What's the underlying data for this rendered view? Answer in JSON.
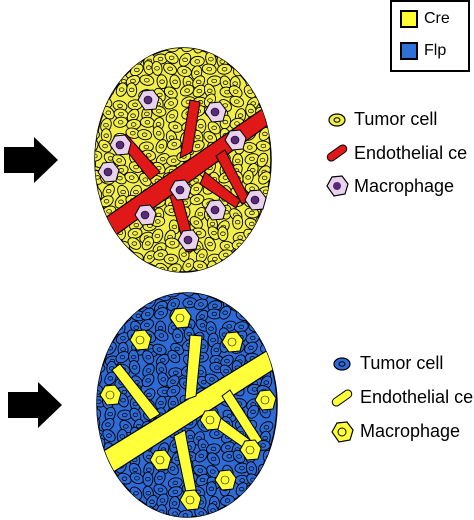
{
  "legend": {
    "items": [
      {
        "label": "Cre",
        "color": "#ffff33"
      },
      {
        "label": "Flp",
        "color": "#2f6fd8"
      }
    ]
  },
  "panels": [
    {
      "cell_color": "#f2ee4a",
      "vessel_color": "#e01818",
      "macrophage_body": "#e9d2ee",
      "macrophage_nucleus": "#5a2a7a",
      "key": [
        {
          "icon": "tumor-cell-icon",
          "label": "Tumor cell"
        },
        {
          "icon": "endothelial-cell-icon",
          "label": "Endothelial ce"
        },
        {
          "icon": "macrophage-icon",
          "label": "Macrophage"
        }
      ]
    },
    {
      "cell_color": "#2e6bd6",
      "vessel_color": "#ffff3a",
      "macrophage_body": "#ffff3a",
      "macrophage_nucleus": "#ffff3a",
      "key": [
        {
          "icon": "tumor-cell-icon",
          "label": "Tumor cell"
        },
        {
          "icon": "endothelial-cell-icon",
          "label": "Endothelial ce"
        },
        {
          "icon": "macrophage-icon",
          "label": "Macrophage"
        }
      ]
    }
  ],
  "arrow_color": "#000000"
}
